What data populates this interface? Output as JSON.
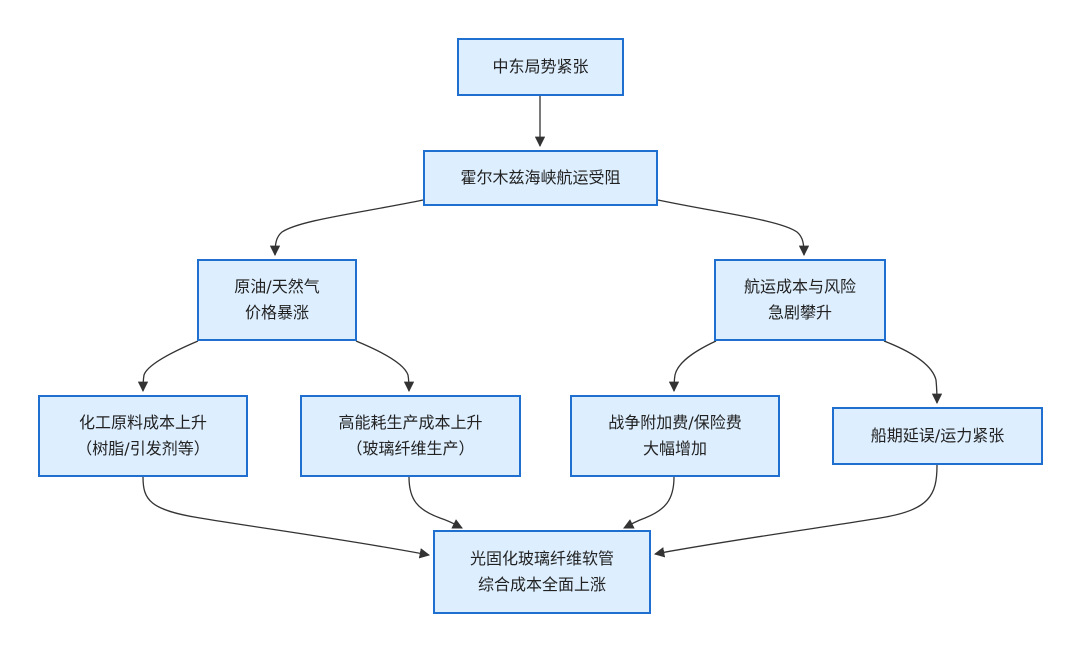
{
  "colors": {
    "node_fill": "#ddeeff",
    "node_border": "#1f6fd1",
    "edge": "#333333",
    "text": "#222222"
  },
  "nodes": {
    "n1": {
      "lines": [
        "中东局势紧张"
      ]
    },
    "n2": {
      "lines": [
        "霍尔木兹海峡航运受阻"
      ]
    },
    "n3": {
      "lines": [
        "原油/天然气",
        "价格暴涨"
      ]
    },
    "n4": {
      "lines": [
        "航运成本与风险",
        "急剧攀升"
      ]
    },
    "n5": {
      "lines": [
        "化工原料成本上升",
        "（树脂/引发剂等）"
      ]
    },
    "n6": {
      "lines": [
        "高能耗生产成本上升",
        "（玻璃纤维生产）"
      ]
    },
    "n7": {
      "lines": [
        "战争附加费/保险费",
        "大幅增加"
      ]
    },
    "n8": {
      "lines": [
        "船期延误/运力紧张"
      ]
    },
    "n9": {
      "lines": [
        "光固化玻璃纤维软管",
        "综合成本全面上涨"
      ]
    }
  },
  "edges": [
    {
      "from": "n1",
      "to": "n2"
    },
    {
      "from": "n2",
      "to": "n3"
    },
    {
      "from": "n2",
      "to": "n4"
    },
    {
      "from": "n3",
      "to": "n5"
    },
    {
      "from": "n3",
      "to": "n6"
    },
    {
      "from": "n4",
      "to": "n7"
    },
    {
      "from": "n4",
      "to": "n8"
    },
    {
      "from": "n5",
      "to": "n9"
    },
    {
      "from": "n6",
      "to": "n9"
    },
    {
      "from": "n7",
      "to": "n9"
    },
    {
      "from": "n8",
      "to": "n9"
    }
  ]
}
